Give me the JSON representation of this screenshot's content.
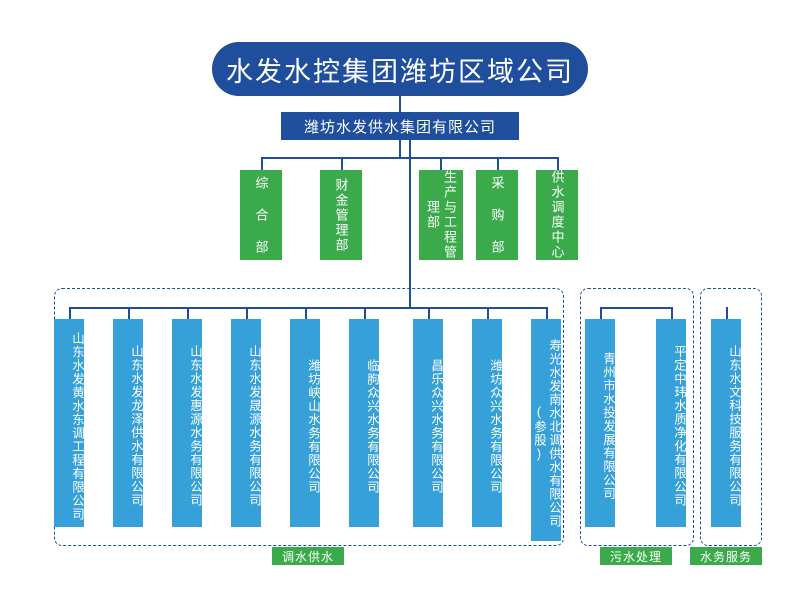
{
  "diagram": {
    "root": {
      "label": "水发水控集团潍坊区域公司",
      "color": "#1f4e9c"
    },
    "second": {
      "label": "潍坊水发供水集团有限公司",
      "color": "#1f4e9c"
    },
    "departments": [
      {
        "label": "综 合 部",
        "color": "#3aaa4b"
      },
      {
        "label": "财金管理部",
        "color": "#3aaa4b"
      },
      {
        "label": "生产与工程管理部",
        "color": "#3aaa4b"
      },
      {
        "label": "采 购 部",
        "color": "#3aaa4b"
      },
      {
        "label": "供水调度中心",
        "color": "#3aaa4b"
      }
    ],
    "groups": [
      {
        "label": "调水供水",
        "color": "#3aaa4b",
        "companies": [
          {
            "label": "山东水发黄水东调工程有限公司"
          },
          {
            "label": "山东水发龙泽供水有限公司"
          },
          {
            "label": "山东水发惠源水务有限公司"
          },
          {
            "label": "山东水发晟源水务有限公司"
          },
          {
            "label": "潍坊峡山水务有限公司"
          },
          {
            "label": "临朐众兴水务有限公司"
          },
          {
            "label": "昌乐众兴水务有限公司"
          },
          {
            "label": "潍坊众兴水务有限公司"
          },
          {
            "label": "寿光水发南水北调供水有限公司(参股)"
          }
        ]
      },
      {
        "label": "污水处理",
        "color": "#3aaa4b",
        "companies": [
          {
            "label": "青州市水投发展有限公司"
          },
          {
            "label": "平定中玮水质净化有限公司"
          }
        ]
      },
      {
        "label": "水务服务",
        "color": "#3aaa4b",
        "companies": [
          {
            "label": "山东水文科技服务有限公司"
          }
        ]
      }
    ]
  }
}
